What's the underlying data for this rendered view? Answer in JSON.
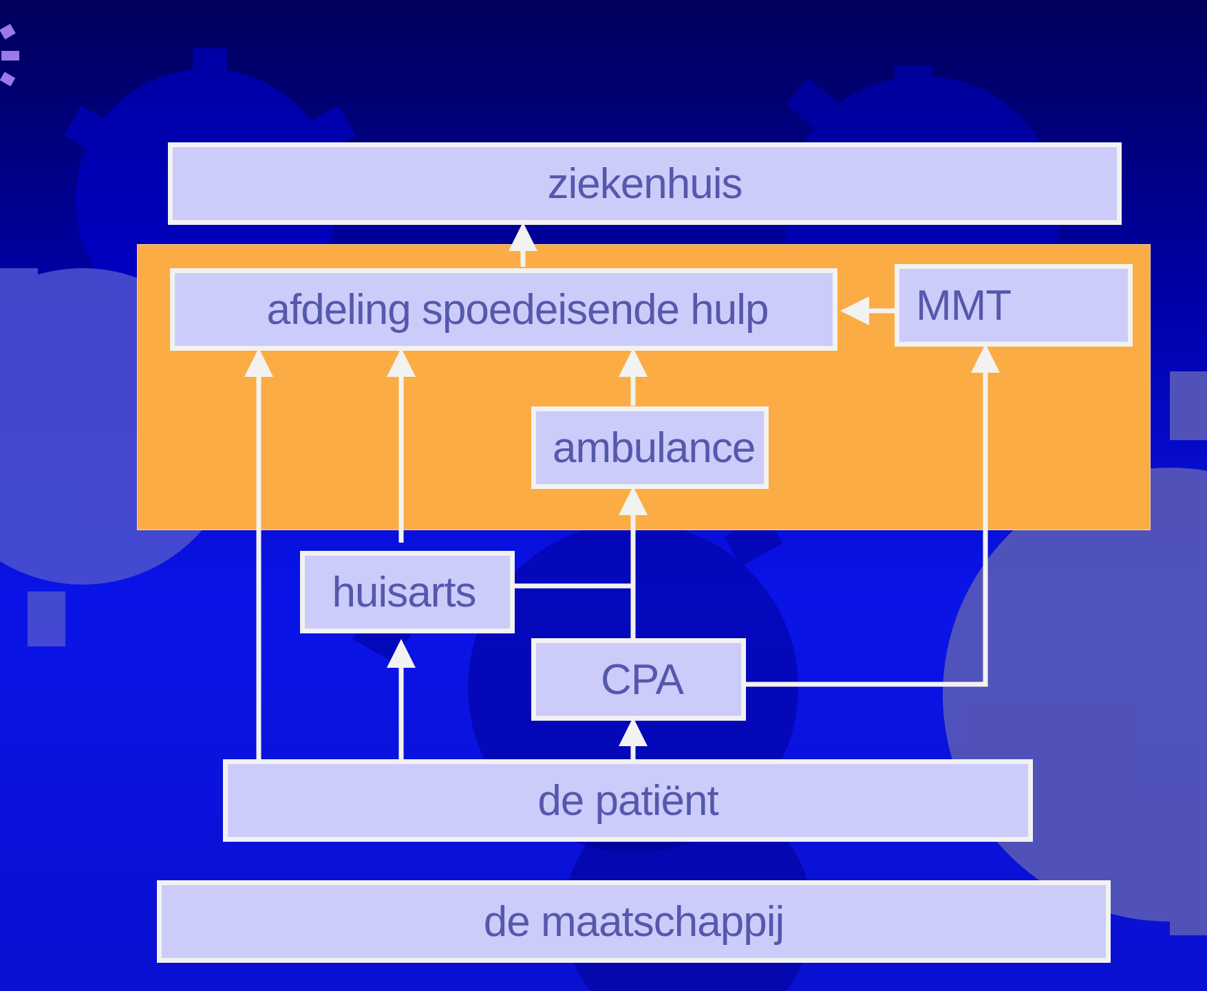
{
  "nodes": {
    "ziekenhuis": "ziekenhuis",
    "afdeling_spoedeisende_hulp": "afdeling spoedeisende hulp",
    "mmt": "MMT",
    "ambulance": "ambulance",
    "huisarts": "huisarts",
    "cpa": "CPA",
    "de_patient": "de patiënt",
    "de_maatschappij": "de maatschappij"
  },
  "colors": {
    "box_fill": "#ccccfb",
    "box_border": "#f2f2f0",
    "box_text": "#5558ab",
    "highlight_region": "#fcac44",
    "arrow": "#f2f2f0"
  },
  "edges": [
    {
      "from": "afdeling_spoedeisende_hulp",
      "to": "ziekenhuis"
    },
    {
      "from": "mmt",
      "to": "afdeling_spoedeisende_hulp"
    },
    {
      "from": "ambulance",
      "to": "afdeling_spoedeisende_hulp"
    },
    {
      "from": "huisarts",
      "to": "afdeling_spoedeisende_hulp"
    },
    {
      "from": "de_patient",
      "to": "afdeling_spoedeisende_hulp"
    },
    {
      "from": "huisarts",
      "to": "ambulance"
    },
    {
      "from": "cpa",
      "to": "ambulance"
    },
    {
      "from": "cpa",
      "to": "mmt"
    },
    {
      "from": "de_patient",
      "to": "huisarts"
    },
    {
      "from": "de_patient",
      "to": "cpa"
    }
  ]
}
